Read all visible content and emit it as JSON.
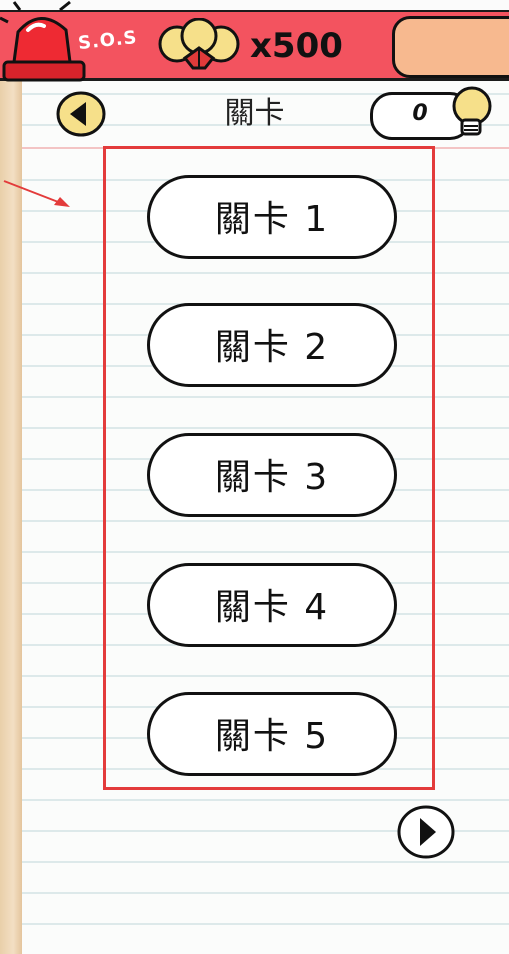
{
  "header": {
    "sos_label": "S.O.S",
    "hint_count": "x500"
  },
  "nav": {
    "title": "關卡",
    "hints_value": "0"
  },
  "levels": [
    {
      "label": "關卡 1"
    },
    {
      "label": "關卡 2"
    },
    {
      "label": "關卡 3"
    },
    {
      "label": "關卡 4"
    },
    {
      "label": "關卡 5"
    }
  ],
  "colors": {
    "banner": "#f3535f",
    "highlight": "#e33b3b",
    "bulb": "#f6e08a"
  },
  "icons": [
    "siren-icon",
    "lightbulbs-icon",
    "back-arrow-icon",
    "lightbulb-icon",
    "next-arrow-icon",
    "pointer-arrow-icon"
  ]
}
